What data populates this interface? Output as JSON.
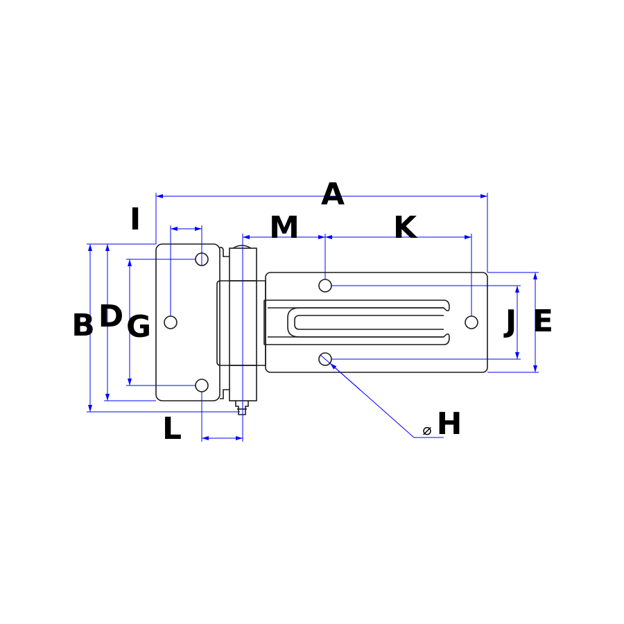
{
  "drawing": {
    "subject": "hinge",
    "dimension_labels": {
      "A": "A",
      "B": "B",
      "D": "D",
      "G": "G",
      "I": "I",
      "M": "M",
      "K": "K",
      "J": "J",
      "E": "E",
      "L": "L",
      "H": "H"
    },
    "diameter_symbol": "⌀",
    "colors": {
      "outline": "#1a1a1a",
      "dimension": "#0000ff",
      "text": "#000000"
    }
  }
}
